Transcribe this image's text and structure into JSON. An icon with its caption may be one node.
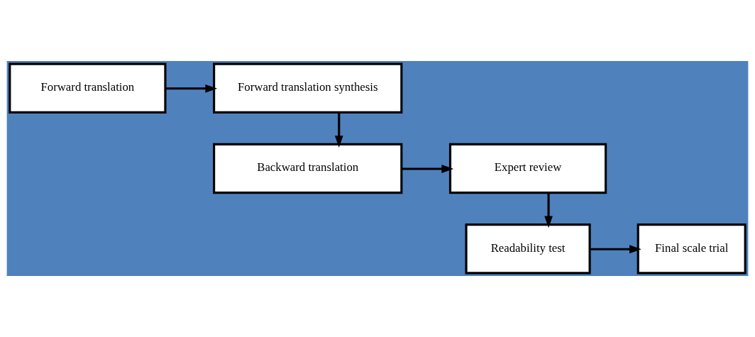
{
  "diagram": {
    "nodes": [
      {
        "text": [
          "Forward translation"
        ]
      },
      {
        "text": [
          "Forward translation synthesis"
        ]
      },
      {
        "text": [
          "Backward translation"
        ]
      },
      {
        "text": [
          "Expert review"
        ]
      },
      {
        "text": [
          "Readability test"
        ]
      },
      {
        "text": [
          "Final scale trial"
        ]
      }
    ],
    "edges": [
      {
        "from": 0,
        "to": 1,
        "arrow": "to"
      },
      {
        "from": 1,
        "to": 2,
        "arrow": "to"
      },
      {
        "from": 2,
        "to": 3,
        "arrow": "to"
      },
      {
        "from": 3,
        "to": 4,
        "arrow": "to"
      },
      {
        "from": 4,
        "to": 5,
        "arrow": "to"
      }
    ]
  }
}
